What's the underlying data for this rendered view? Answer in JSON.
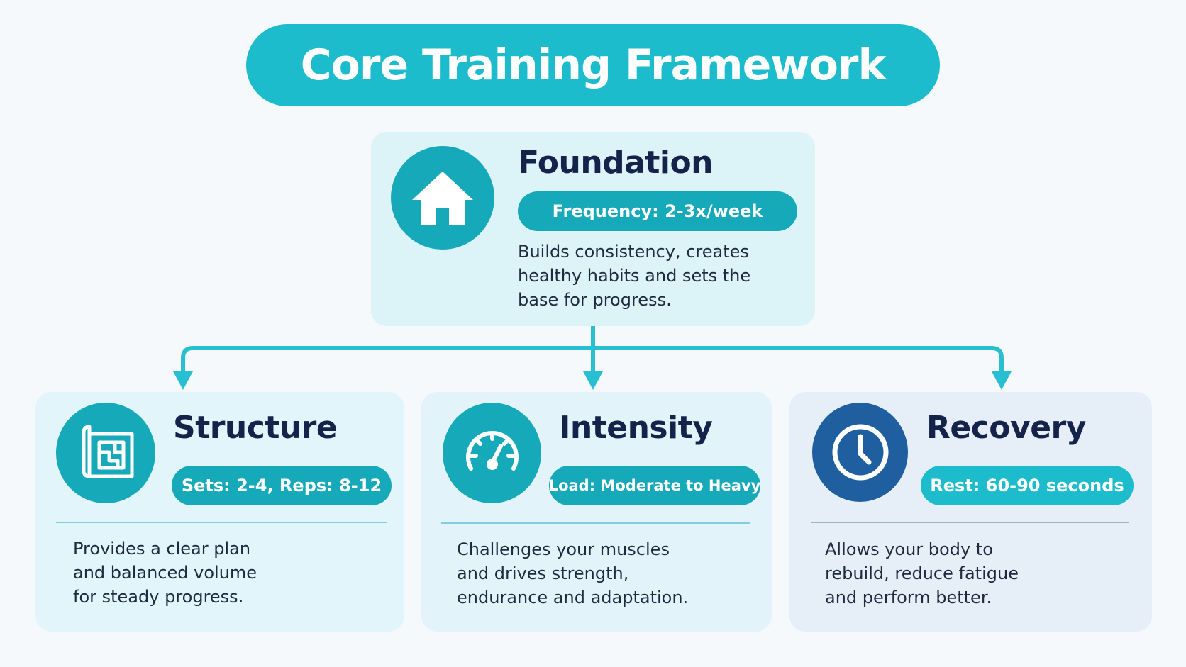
{
  "header": {
    "title": "Core Training Framework"
  },
  "colors": {
    "teal": "#1cbccd",
    "teal_dark": "#16a9b9",
    "navy": "#15234b",
    "blue": "#1f5fa0",
    "connector": "#27bfd1"
  },
  "foundation": {
    "icon": "house-icon",
    "title": "Foundation",
    "badge": "Frequency: 2-3x/week",
    "description": [
      "Builds consistency, creates",
      "healthy habits and sets the",
      "base for progress."
    ]
  },
  "pillars": [
    {
      "icon": "blueprint-icon",
      "title": "Structure",
      "badge": "Sets: 2-4, Reps: 8-12",
      "description": [
        "Provides a clear plan",
        "and balanced volume",
        "for steady progress."
      ]
    },
    {
      "icon": "speedometer-icon",
      "title": "Intensity",
      "badge": "Load: Moderate to Heavy",
      "description": [
        "Challenges your muscles",
        "and drives strength,",
        "endurance and adaptation."
      ]
    },
    {
      "icon": "clock-icon",
      "title": "Recovery",
      "badge": "Rest: 60-90 seconds",
      "description": [
        "Allows your body to",
        "rebuild, reduce fatigue",
        "and perform better."
      ]
    }
  ]
}
